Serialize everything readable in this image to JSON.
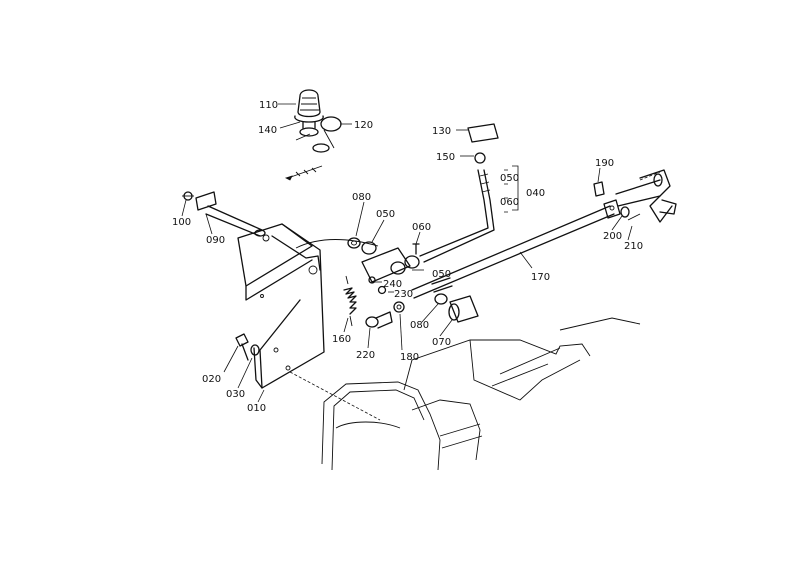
{
  "parts": [
    {
      "id": "p010",
      "label": "010"
    },
    {
      "id": "p020",
      "label": "020"
    },
    {
      "id": "p030",
      "label": "030"
    },
    {
      "id": "p040",
      "label": "040"
    },
    {
      "id": "p050a",
      "label": "050"
    },
    {
      "id": "p050b",
      "label": "050"
    },
    {
      "id": "p050c",
      "label": "050"
    },
    {
      "id": "p060a",
      "label": "060"
    },
    {
      "id": "p060b",
      "label": "060"
    },
    {
      "id": "p070",
      "label": "070"
    },
    {
      "id": "p080a",
      "label": "080"
    },
    {
      "id": "p080b",
      "label": "080"
    },
    {
      "id": "p090",
      "label": "090"
    },
    {
      "id": "p100",
      "label": "100"
    },
    {
      "id": "p110",
      "label": "110"
    },
    {
      "id": "p120",
      "label": "120"
    },
    {
      "id": "p130",
      "label": "130"
    },
    {
      "id": "p140",
      "label": "140"
    },
    {
      "id": "p150",
      "label": "150"
    },
    {
      "id": "p160",
      "label": "160"
    },
    {
      "id": "p170",
      "label": "170"
    },
    {
      "id": "p180",
      "label": "180"
    },
    {
      "id": "p190",
      "label": "190"
    },
    {
      "id": "p200",
      "label": "200"
    },
    {
      "id": "p210",
      "label": "210"
    },
    {
      "id": "p220",
      "label": "220"
    },
    {
      "id": "p230",
      "label": "230"
    },
    {
      "id": "p240",
      "label": "240"
    }
  ]
}
